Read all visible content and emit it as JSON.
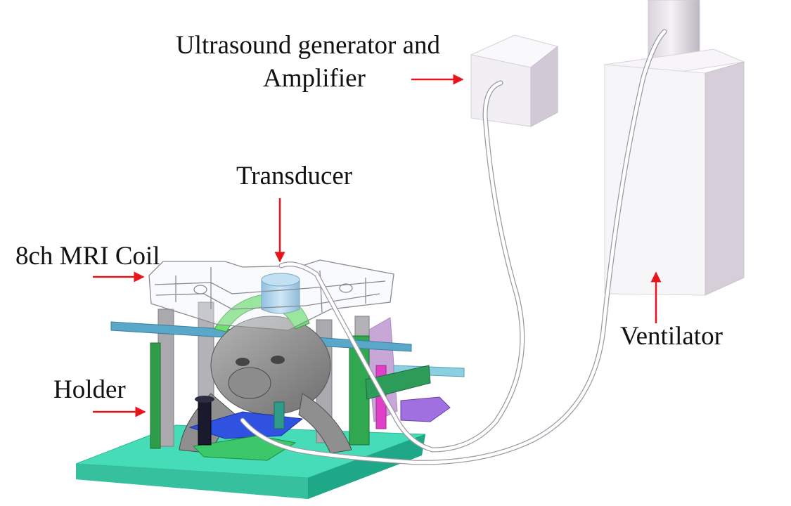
{
  "labels": {
    "generator_line1": "Ultrasound generator and",
    "generator_line2": "Amplifier",
    "transducer": "Transducer",
    "coil": "8ch MRI Coil",
    "holder": "Holder",
    "ventilator": "Ventilator"
  },
  "colors": {
    "arrow": "#e8141c",
    "cable": "#ffffff",
    "base_plate": "#3fd8b4",
    "holder_green": "#2fa84f",
    "coil_outline": "#8a8a95",
    "transducer": "#86c3e8",
    "cap_green": "#6fe070",
    "bite_plate": "#2a4fe0",
    "rod_blue": "#58a7c8",
    "box": "#e3dde6"
  }
}
